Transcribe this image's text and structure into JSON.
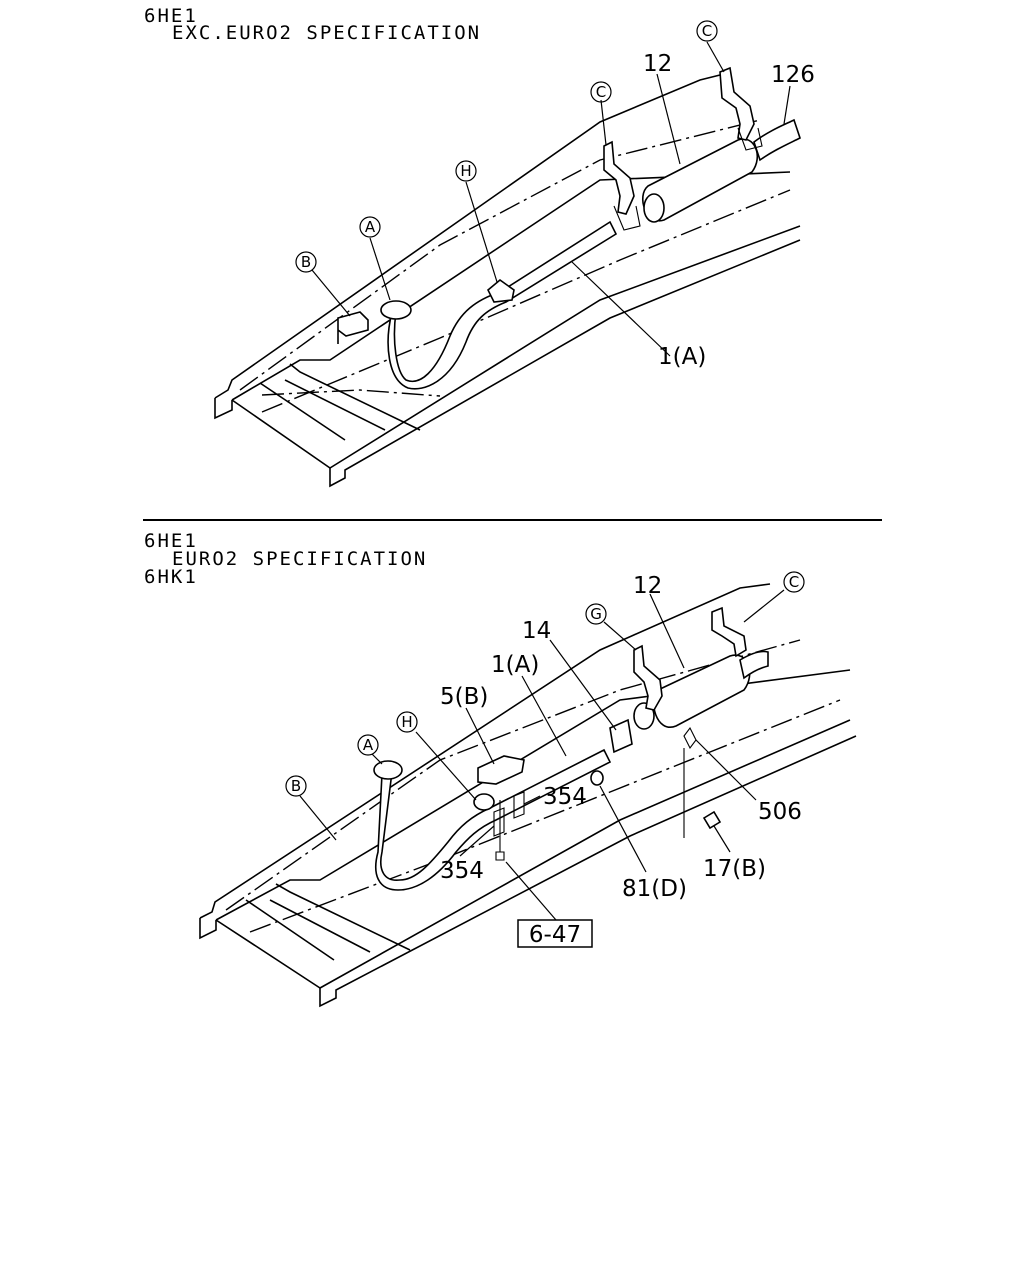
{
  "diagram1": {
    "header_line1": "6HE1",
    "header_line2": "EXC.EURO2 SPECIFICATION",
    "labels": {
      "c1": "C",
      "c2": "C",
      "h": "H",
      "a": "A",
      "b": "B",
      "p12": "12",
      "p126": "126",
      "p1a": "1(A)"
    }
  },
  "diagram2": {
    "header_line1": "6HE1",
    "header_line2": "EURO2 SPECIFICATION",
    "header_line3": "6HK1",
    "labels": {
      "c": "C",
      "g": "G",
      "h": "H",
      "a": "A",
      "b": "B",
      "p12": "12",
      "p14": "14",
      "p1a": "1(A)",
      "p5b": "5(B)",
      "p354a": "354",
      "p354b": "354",
      "p506": "506",
      "p81d": "81(D)",
      "p17b": "17(B)",
      "ref647": "6-47"
    }
  }
}
